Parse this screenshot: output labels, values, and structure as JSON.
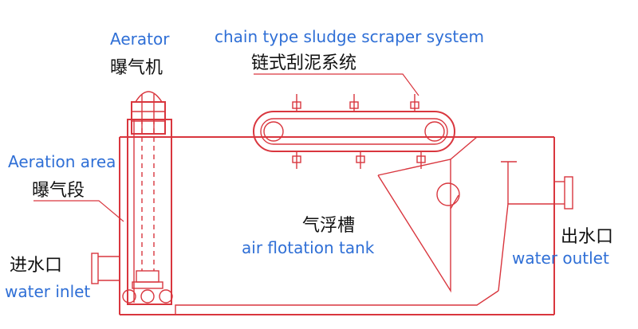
{
  "labels": {
    "aerator_en": "Aerator",
    "aerator_zh": "曝气机",
    "scraper_en": "chain type sludge scraper system",
    "scraper_zh": "链式刮泥系统",
    "aeration_area_en": "Aeration area",
    "aeration_area_zh": "曝气段",
    "tank_zh": "气浮槽",
    "tank_en": "air flotation tank",
    "outlet_zh": "出水口",
    "outlet_en": "water outlet",
    "inlet_zh": "进水口",
    "inlet_en": "water inlet"
  },
  "colors": {
    "drawing": "#d9363e",
    "english_label": "#2f6fd6",
    "chinese_label": "#111111"
  }
}
